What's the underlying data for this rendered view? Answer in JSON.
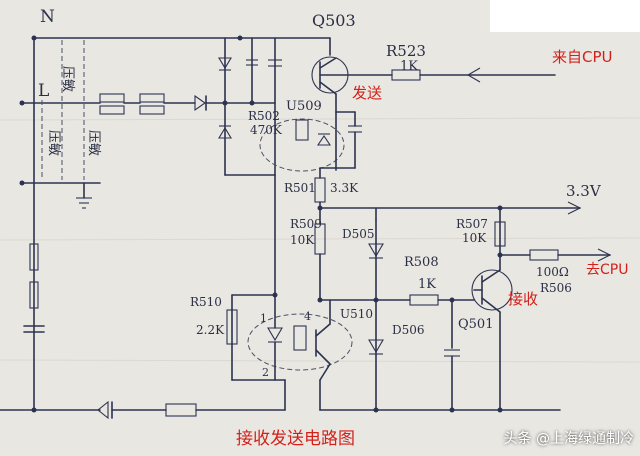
{
  "labels": {
    "n": "N",
    "l": "L",
    "q503": "Q503",
    "r523": "R523",
    "r523_val": "1K",
    "from_cpu": "来自CPU",
    "send": "发送",
    "u509": "U509",
    "r502": "R502",
    "r502_val": "470K",
    "yaming1": "压敏",
    "yaming2": "压敏",
    "yaming3": "压敏",
    "r501": "R501",
    "r501_val": "3.3K",
    "v33": "3.3V",
    "r509": "R509",
    "r509_val": "10K",
    "d505": "D505",
    "r507": "R507",
    "r507_val": "10K",
    "r508": "R508",
    "r508_val": "1K",
    "to_cpu": "去CPU",
    "r506_val": "100Ω",
    "r506": "R506",
    "receive": "接收",
    "r510": "R510",
    "r510_val": "2.2K",
    "u510": "U510",
    "d506": "D506",
    "q501": "Q501",
    "pin4": "4",
    "pin1": "1",
    "pin2": "2",
    "title": "接收发送电路图",
    "watermark": "头条 @上海绿通制冷"
  }
}
